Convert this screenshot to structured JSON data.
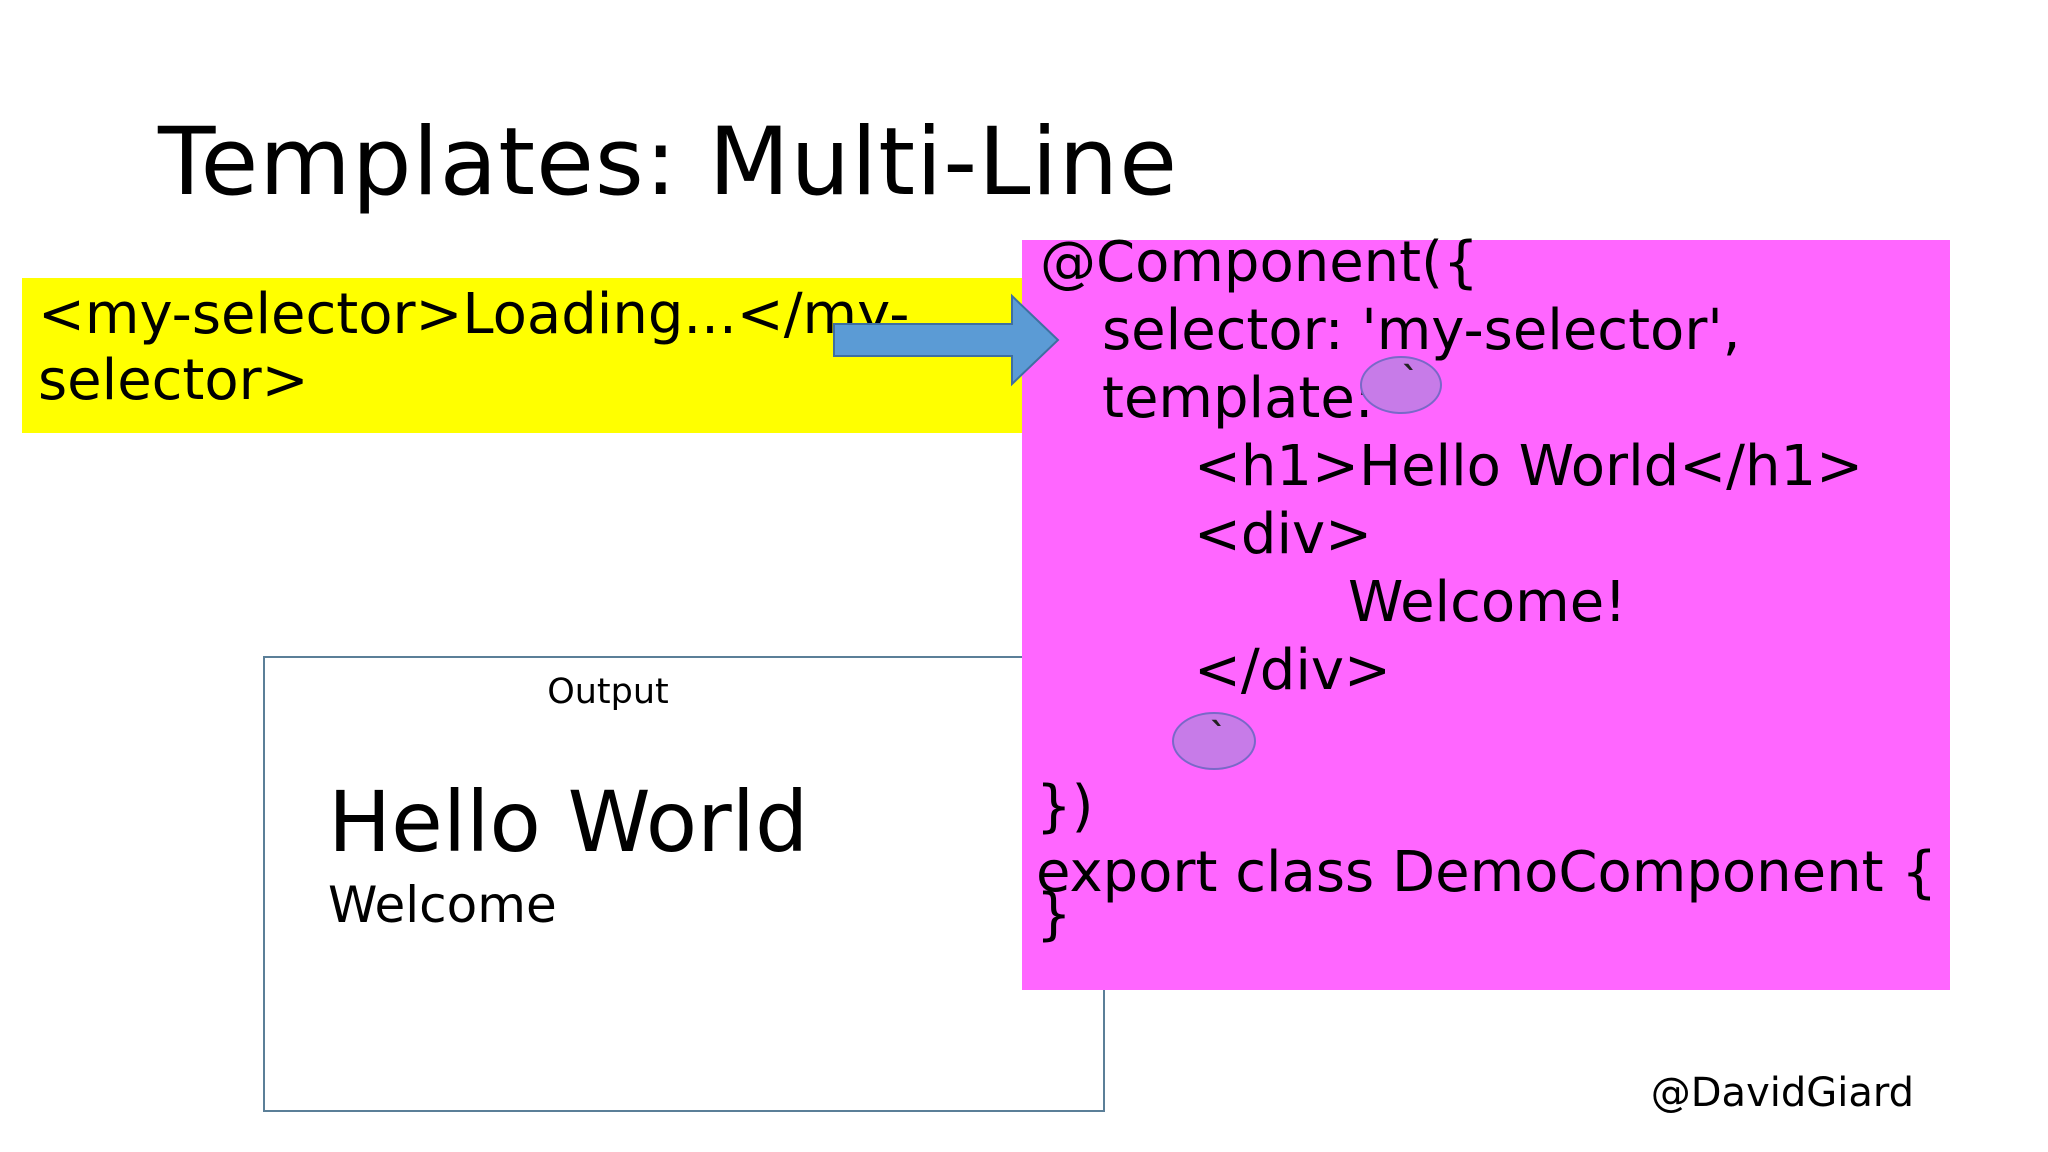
{
  "slide": {
    "title": "Templates: Multi-Line",
    "selector_snippet": "<my-selector>Loading...</my-selector>",
    "output": {
      "label": "Output",
      "heading": "Hello World",
      "text": "Welcome"
    },
    "code": {
      "lines": [
        "@Component({",
        "selector: 'my-selector',",
        "template:",
        "<h1>Hello World</h1>",
        "<div>",
        "Welcome!",
        "</div>",
        "})",
        "export class DemoComponent {",
        "}"
      ],
      "backtick_open": "`",
      "backtick_close": "`"
    },
    "handle": "@DavidGiard"
  },
  "colors": {
    "selector_bg": "#ffff00",
    "code_bg": "#ff66ff",
    "arrow": "#5b9bd5",
    "highlight": "#c77be8"
  }
}
